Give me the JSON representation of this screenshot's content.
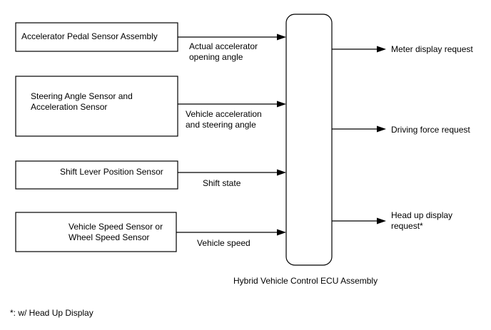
{
  "inputs": [
    {
      "name": "Accelerator Pedal Sensor Assembly",
      "signal": [
        "Actual accelerator",
        "opening angle"
      ]
    },
    {
      "name": [
        "Steering Angle Sensor and",
        "Acceleration Sensor"
      ],
      "signal": [
        "Vehicle acceleration",
        "and steering angle"
      ]
    },
    {
      "name": "Shift Lever Position Sensor",
      "signal": "Shift state"
    },
    {
      "name": [
        "Vehicle Speed Sensor or",
        "Wheel Speed Sensor"
      ],
      "signal": "Vehicle speed"
    }
  ],
  "ecu": {
    "label": "Hybrid Vehicle Control ECU Assembly"
  },
  "outputs": [
    {
      "label": "Meter display request"
    },
    {
      "label": "Driving force request"
    },
    {
      "label": [
        "Head up display",
        "request*"
      ]
    }
  ],
  "footnote": "*: w/ Head Up Display"
}
